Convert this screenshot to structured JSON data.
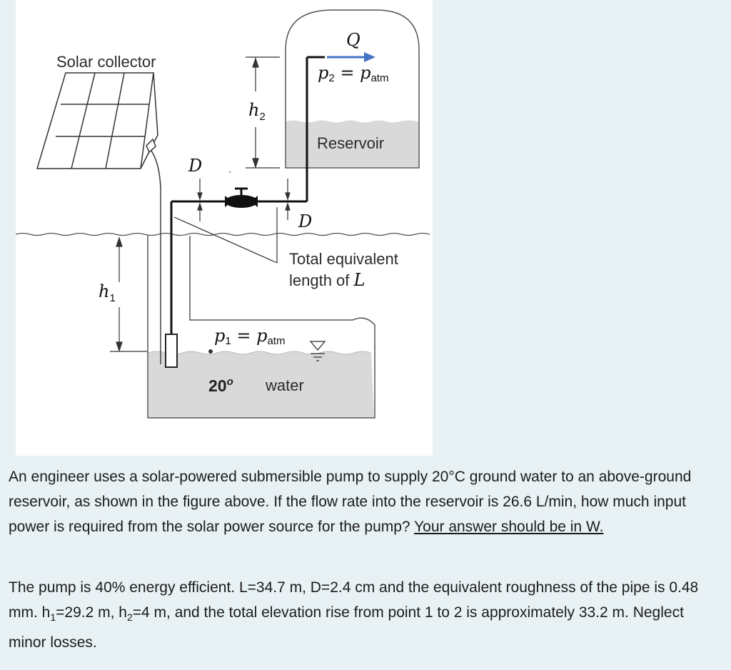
{
  "figure": {
    "solar_collector_label": "Solar collector",
    "flow_symbol": "Q",
    "p2_label": "p",
    "p2_sub": "2",
    "p2_rhs": " = p",
    "p2_rhs_sub": "atm",
    "h2_symbol": "h",
    "h2_sub": "2",
    "reservoir_label": "Reservoir",
    "d_label_left": "D",
    "d_label_right": "D",
    "total_length_line1": "Total equivalent",
    "total_length_line2_prefix": "length of ",
    "total_length_symbol": "L",
    "h1_symbol": "h",
    "h1_sub": "1",
    "p1_label": "p",
    "p1_sub": "1",
    "p1_rhs": " = p",
    "p1_rhs_sub": "atm",
    "temp_value": "20",
    "temp_superscript": "o",
    "water_label": "water"
  },
  "problem": {
    "paragraph1_text": "An engineer uses a solar-powered submersible pump to supply 20°C ground water to an above-ground reservoir, as shown in the figure above. If the flow rate into the reservoir is 26.6 L/min, how much input power is required from the solar power source for the pump? ",
    "paragraph1_underlined": "Your answer should be in W.",
    "paragraph2_a": "The pump is 40% energy efficient. L=34.7 m, D=2.4 cm and the equivalent roughness of the pipe is 0.48 mm. h",
    "paragraph2_sub1": "1",
    "paragraph2_b": "=29.2 m, h",
    "paragraph2_sub2": "2",
    "paragraph2_c": "=4 m, and the total elevation rise from point 1 to 2 is approximately 33.2 m. Neglect minor losses."
  },
  "colors": {
    "water": "#d9d9d9",
    "flow_arrow": "#4472c4",
    "pipe": "#111111",
    "background": "#e8f1f4"
  }
}
